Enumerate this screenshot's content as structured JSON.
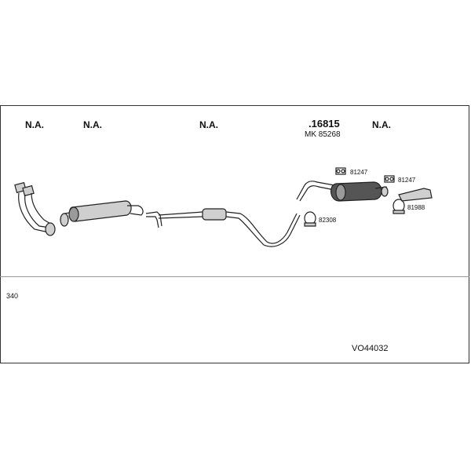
{
  "labels": {
    "na_1": "N.A.",
    "na_2": "N.A.",
    "na_3": "N.A.",
    "part_main": ".16815",
    "part_main_sub": "MK 85268",
    "na_4": "N.A."
  },
  "part_numbers": {
    "bracket_a": "81247",
    "bracket_b": "81247",
    "clamp_a": "82308",
    "clamp_b": "81988"
  },
  "footer": {
    "model_code": "340",
    "diagram_id": "VO44032"
  }
}
